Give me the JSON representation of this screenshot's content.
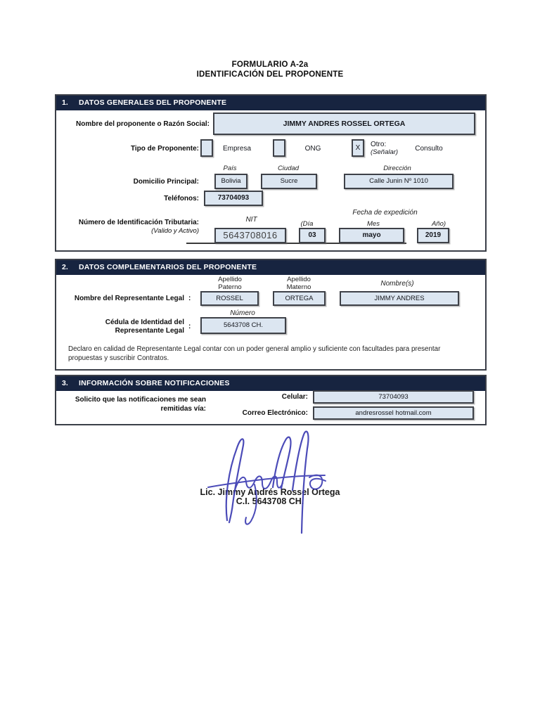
{
  "page": {
    "title_line1": "FORMULARIO A-2a",
    "title_line2": "IDENTIFICACIÓN DEL PROPONENTE"
  },
  "colors": {
    "header_bg": "#172440",
    "field_bg": "#dce6f1",
    "signature_ink": "#3c3cb2"
  },
  "section1": {
    "number": "1.",
    "title": "DATOS GENERALES DEL PROPONENTE",
    "razon_social": {
      "label": "Nombre del proponente o Razón Social:",
      "value": "JIMMY ANDRES ROSSEL ORTEGA"
    },
    "tipo": {
      "label": "Tipo de Proponente:",
      "empresa_label": "Empresa",
      "empresa_value": "",
      "ong_label": "ONG",
      "ong_value": "",
      "otro_label": "Otro:",
      "otro_sublabel": "(Señalar)",
      "otro_value": "X",
      "otro_note": "Consulto"
    },
    "domicilio": {
      "label": "Domicilio Principal:",
      "pais_header": "País",
      "pais": "Bolivia",
      "ciudad_header": "Ciudad",
      "ciudad": "Sucre",
      "direccion_header": "Dirección",
      "direccion": "Calle Junin Nº 1010"
    },
    "telefonos": {
      "label": "Teléfonos:",
      "value": "73704093"
    },
    "nit": {
      "label": "Número de Identificación Tributaria:",
      "sublabel": "(Valido y Activo)",
      "nit_header": "NIT",
      "value": "5643708016",
      "fecha_header": "Fecha de expedición",
      "dia_header": "(Día",
      "dia": "03",
      "mes_header": "Mes",
      "mes": "mayo",
      "anio_header": "Año)",
      "anio": "2019"
    }
  },
  "section2": {
    "number": "2.",
    "title": "DATOS COMPLEMENTARIOS DEL PROPONENTE",
    "representante": {
      "label": "Nombre del Representante Legal",
      "colon": ":",
      "paterno_header_l1": "Apellido",
      "paterno_header_l2": "Paterno",
      "paterno": "ROSSEL",
      "materno_header_l1": "Apellido",
      "materno_header_l2": "Materno",
      "materno": "ORTEGA",
      "nombres_header": "Nombre(s)",
      "nombres": "JIMMY ANDRES"
    },
    "cedula": {
      "label_line1": "Cédula de Identidad del",
      "label_line2": "Representante Legal",
      "colon": ":",
      "numero_header": "Número",
      "value": "5643708 CH."
    },
    "declaracion": "Declaro en calidad de Representante Legal contar con un poder general amplio y suficiente con facultades para presentar propuestas y suscribir Contratos."
  },
  "section3": {
    "number": "3.",
    "title": "INFORMACIÓN SOBRE NOTIFICACIONES",
    "label_line1": "Solicito que las notificaciones me sean",
    "label_line2": "remitidas vía:",
    "celular_label": "Celular:",
    "celular": "73704093",
    "correo_label": "Correo Electrónico:",
    "correo": "andresrossel hotmail.com"
  },
  "signature": {
    "name": "Lic. Jimmy Andrés Rossel Ortega",
    "ci": "C.I. 5643708 CH."
  }
}
